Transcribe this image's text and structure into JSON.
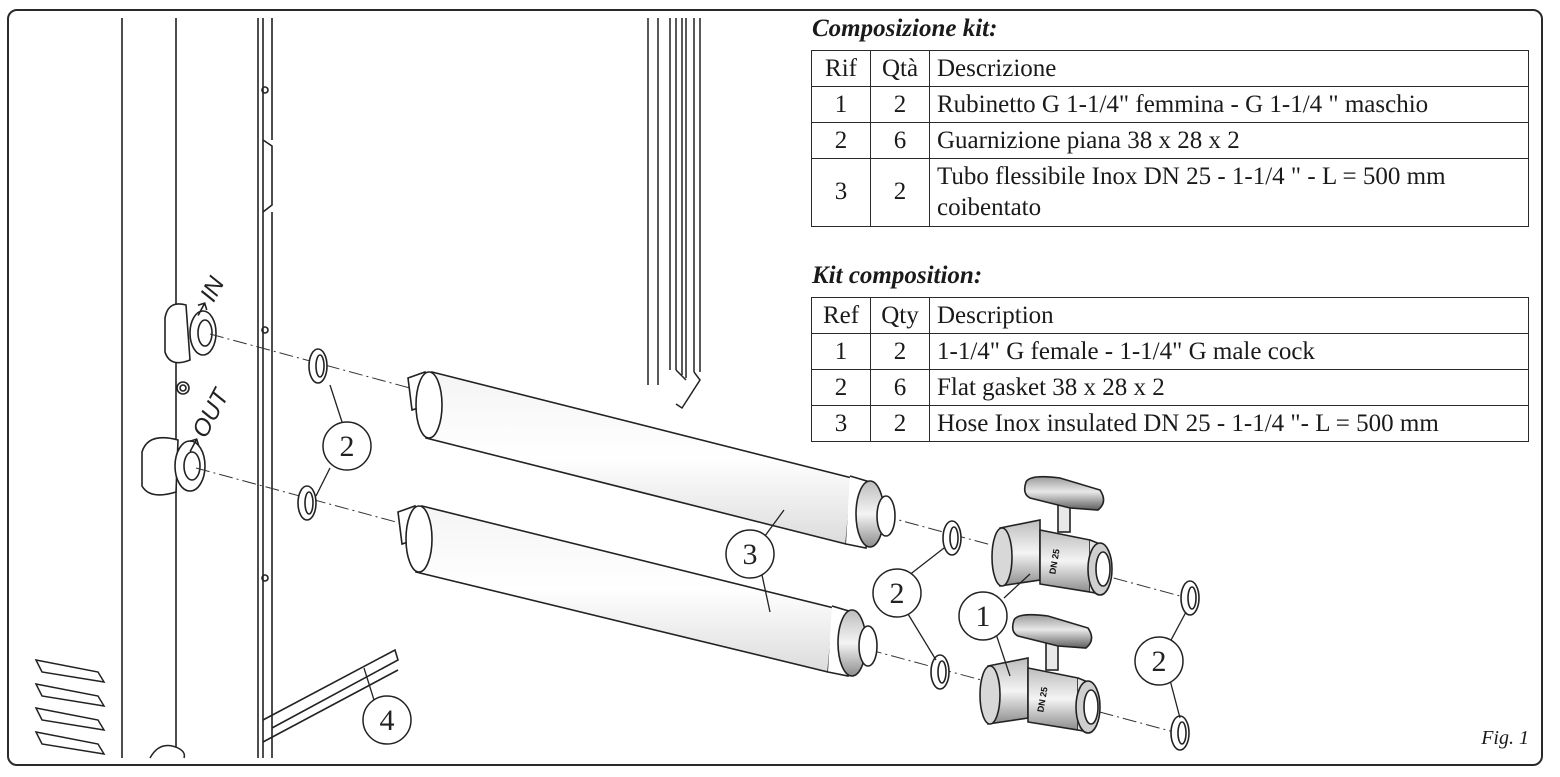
{
  "italian": {
    "title": "Composizione kit:",
    "headers": {
      "ref": "Rif",
      "qty": "Qtà",
      "desc": "Descrizione"
    },
    "rows": [
      {
        "ref": "1",
        "qty": "2",
        "desc": "Rubinetto G 1-1/4\" femmina - G 1-1/4 \" maschio"
      },
      {
        "ref": "2",
        "qty": "6",
        "desc": "Guarnizione piana 38 x 28 x 2"
      },
      {
        "ref": "3",
        "qty": "2",
        "desc": "Tubo flessibile Inox DN 25 - 1-1/4 \" - L = 500 mm coibentato"
      }
    ]
  },
  "english": {
    "title": "Kit composition:",
    "headers": {
      "ref": "Ref",
      "qty": "Qty",
      "desc": "Description"
    },
    "rows": [
      {
        "ref": "1",
        "qty": "2",
        "desc": "1-1/4\" G female - 1-1/4\" G male cock"
      },
      {
        "ref": "2",
        "qty": "6",
        "desc": "Flat gasket 38 x 28 x 2"
      },
      {
        "ref": "3",
        "qty": "2",
        "desc": "Hose Inox insulated DN 25 - 1-1/4 \"- L  = 500 mm"
      }
    ]
  },
  "ports": {
    "inlet": "IN",
    "outlet": "OUT"
  },
  "callouts": {
    "valve": "1",
    "gasket": "2",
    "hose": "3",
    "panel": "4"
  },
  "valve_marking": "DN 25",
  "figure_label": "Fig. 1"
}
